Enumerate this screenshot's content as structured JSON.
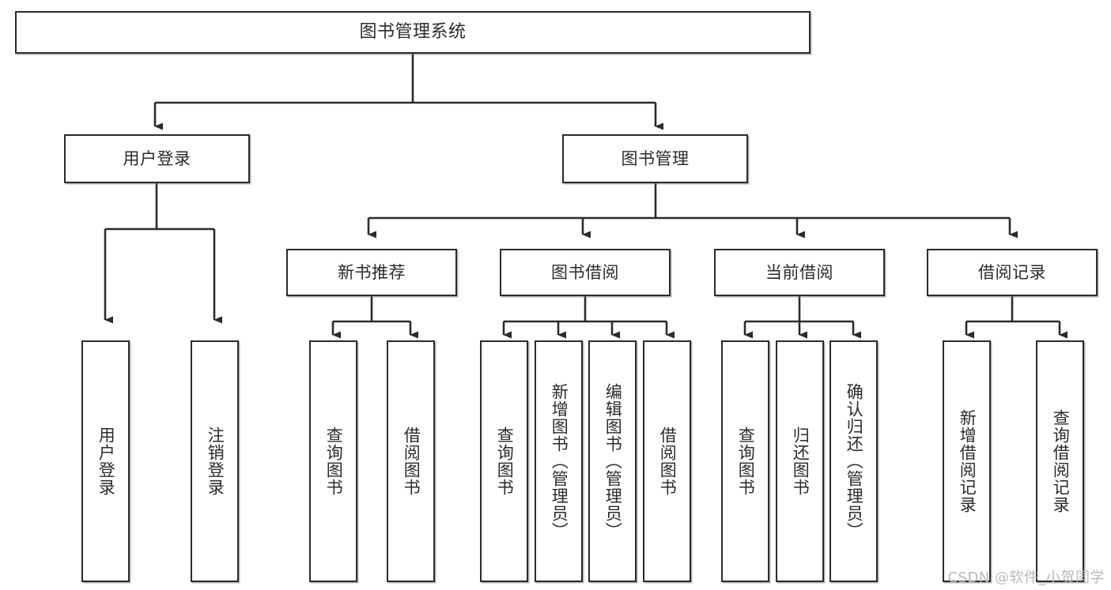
{
  "diagram": {
    "title": "图书管理系统",
    "type": "tree-hierarchy-diagram",
    "colors": {
      "box_border": "#2b2b2b",
      "box_fill": "#ffffff",
      "connector": "#2b2b2b",
      "watermark": "#b9b9b9",
      "background": "#ffffff"
    },
    "root": {
      "label": "图书管理系统"
    },
    "level1": [
      {
        "label": "用户登录"
      },
      {
        "label": "图书管理"
      }
    ],
    "level2": [
      {
        "label": "新书推荐"
      },
      {
        "label": "图书借阅"
      },
      {
        "label": "当前借阅"
      },
      {
        "label": "借阅记录"
      }
    ],
    "leaves": {
      "user_login": [
        {
          "label": "用户登录"
        },
        {
          "label": "注销登录"
        }
      ],
      "new_book_recommend": [
        {
          "label": "查询图书"
        },
        {
          "label": "借阅图书"
        }
      ],
      "book_borrow": [
        {
          "label": "查询图书"
        },
        {
          "label": "新增图书（管理员）"
        },
        {
          "label": "编辑图书（管理员）"
        },
        {
          "label": "借阅图书"
        }
      ],
      "current_borrow": [
        {
          "label": "查询图书"
        },
        {
          "label": "归还图书"
        },
        {
          "label": "确认归还（管理员）"
        }
      ],
      "borrow_record": [
        {
          "label": "新增借阅记录"
        },
        {
          "label": "查询借阅记录"
        }
      ]
    },
    "watermark": "CSDN @软件_小贺同学"
  }
}
